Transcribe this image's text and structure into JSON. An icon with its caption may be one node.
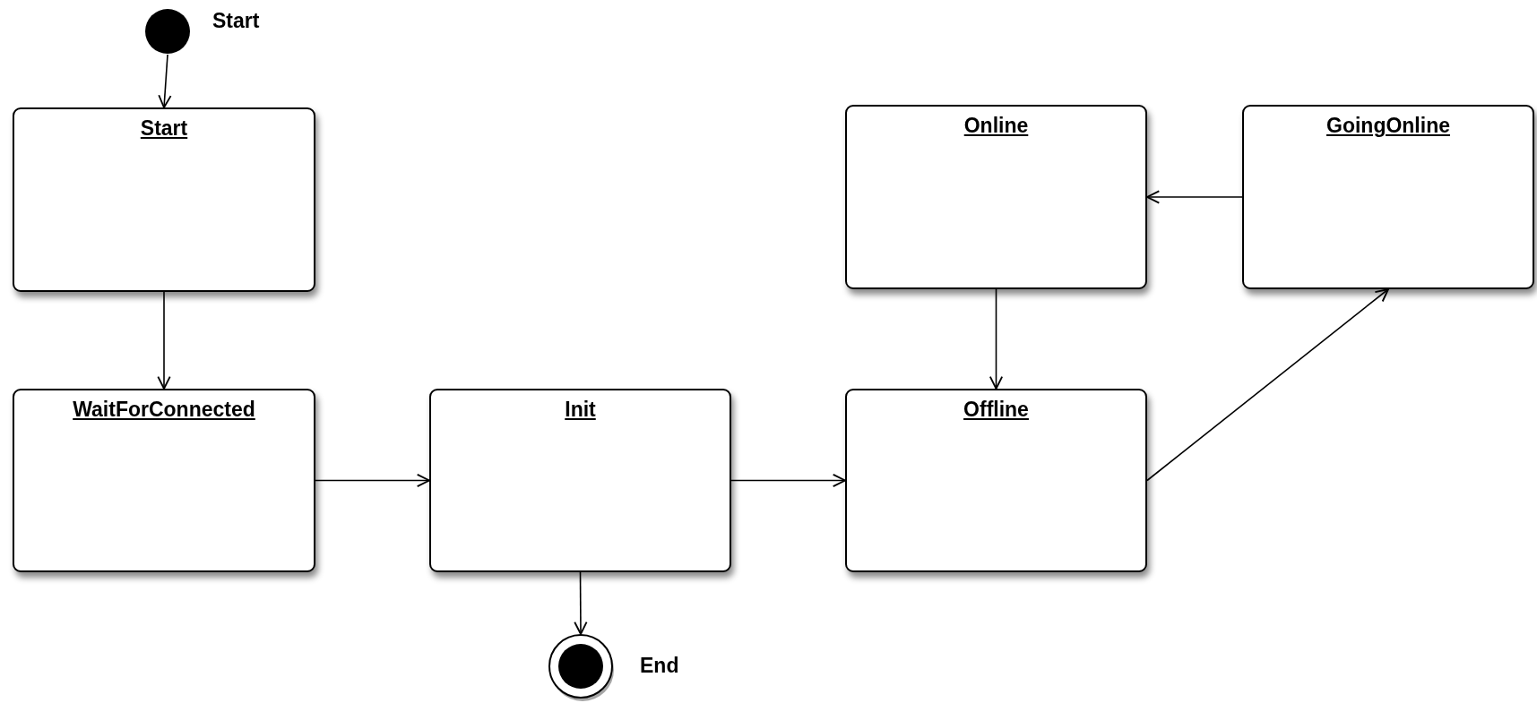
{
  "diagram": {
    "nodes": [
      {
        "text": [],
        "shape": "circle",
        "beside": [
          "Start"
        ]
      },
      {
        "text": [
          "Start"
        ]
      },
      {
        "text": [
          "Online"
        ]
      },
      {
        "text": [
          "GoingOnline"
        ]
      },
      {
        "text": [
          "WaitForConnected"
        ]
      },
      {
        "text": [
          "Init"
        ]
      },
      {
        "text": [
          "Offline"
        ]
      },
      {
        "text": [],
        "shape": "circle",
        "beside": [
          "End"
        ]
      }
    ],
    "edges": [
      {
        "from": 0,
        "to": 1,
        "arrow": "to"
      },
      {
        "from": 1,
        "to": 4,
        "arrow": "to"
      },
      {
        "from": 4,
        "to": 5,
        "arrow": "to"
      },
      {
        "from": 5,
        "to": 6,
        "arrow": "to"
      },
      {
        "from": 5,
        "to": 7,
        "arrow": "to"
      },
      {
        "from": 6,
        "to": 3,
        "arrow": "to"
      },
      {
        "from": 2,
        "to": 6,
        "arrow": "to"
      },
      {
        "from": 3,
        "to": 2,
        "arrow": "to"
      }
    ]
  }
}
